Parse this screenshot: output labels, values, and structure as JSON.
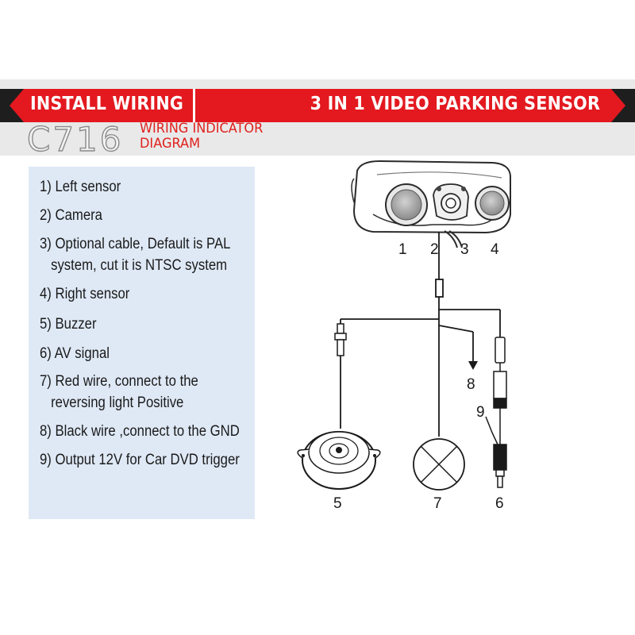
{
  "header": {
    "left_title": "INSTALL WIRING",
    "right_title": "3 IN 1 VIDEO PARKING SENSOR",
    "model": "C716",
    "subtitle_line1": "WIRING INDICATOR",
    "subtitle_line2": "DIAGRAM"
  },
  "legend": [
    {
      "lines": [
        "1) Left sensor"
      ]
    },
    {
      "lines": [
        "2) Camera"
      ]
    },
    {
      "lines": [
        "3) Optional cable, Default is PAL",
        "system, cut it is NTSC system"
      ]
    },
    {
      "lines": [
        "4) Right sensor"
      ]
    },
    {
      "lines": [
        "5) Buzzer"
      ]
    },
    {
      "lines": [
        "6) AV signal"
      ]
    },
    {
      "lines": [
        "7) Red wire, connect to the",
        "reversing light Positive"
      ]
    },
    {
      "lines": [
        "8) Black wire ,connect to the GND"
      ]
    },
    {
      "lines": [
        "9) Output 12V for Car DVD trigger"
      ]
    }
  ],
  "callouts": {
    "n1": "1",
    "n2": "2",
    "n3": "3",
    "n4": "4",
    "n5": "5",
    "n6": "6",
    "n7": "7",
    "n8": "8",
    "n9": "9"
  },
  "colors": {
    "header_red": "#e3191f",
    "header_dark": "#1e1e1e",
    "subtitle_red": "#e0201c",
    "panel_blue": "#dfe9f6",
    "band_grey": "#e9e9e9"
  }
}
